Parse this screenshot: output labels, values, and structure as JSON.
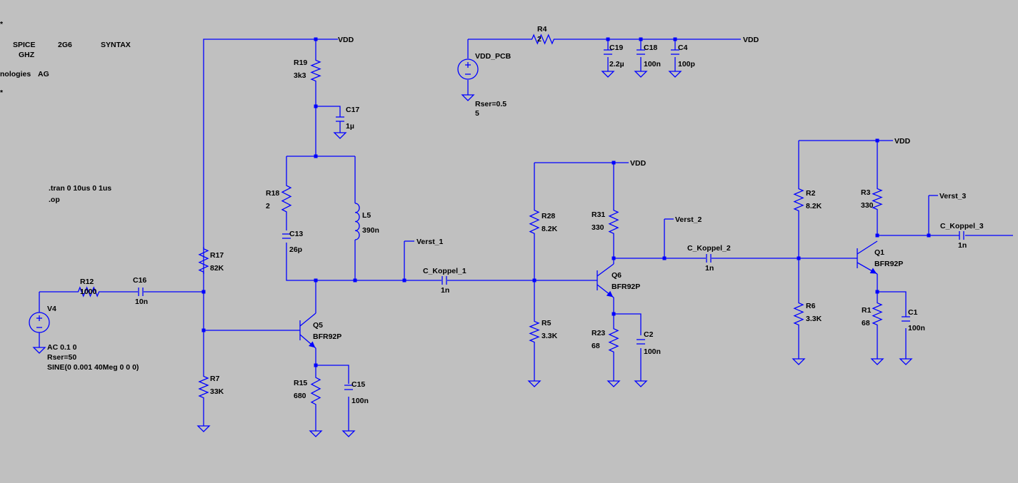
{
  "colors": {
    "background": "#c0c0c0",
    "wire": "#0000ff",
    "text": "#000000"
  },
  "header_text": [
    "*",
    "SPICE",
    "2G6",
    "SYNTAX",
    "GHZ",
    "nologies",
    "AG",
    "*"
  ],
  "directives": [
    ".tran 0 10us 0 1us",
    ".op"
  ],
  "nets": {
    "vdd": "VDD",
    "verst_1": "Verst_1",
    "verst_2": "Verst_2",
    "verst_3": "Verst_3"
  },
  "sources": [
    {
      "ref": "V4",
      "lines": [
        "AC 0.1 0",
        "Rser=50",
        "SINE(0 0.001 40Meg 0 0 0)"
      ]
    },
    {
      "ref": "VDD_PCB",
      "lines": [
        "Rser=0.5",
        "5"
      ]
    }
  ],
  "resistors": [
    {
      "ref": "R12",
      "value": "1000"
    },
    {
      "ref": "R17",
      "value": "82K"
    },
    {
      "ref": "R7",
      "value": "33K"
    },
    {
      "ref": "R19",
      "value": "3k3"
    },
    {
      "ref": "R18",
      "value": "2"
    },
    {
      "ref": "R15",
      "value": "680"
    },
    {
      "ref": "R4",
      "value": "2"
    },
    {
      "ref": "R28",
      "value": "8.2K"
    },
    {
      "ref": "R5",
      "value": "3.3K"
    },
    {
      "ref": "R31",
      "value": "330"
    },
    {
      "ref": "R23",
      "value": "68"
    },
    {
      "ref": "R2",
      "value": "8.2K"
    },
    {
      "ref": "R6",
      "value": "3.3K"
    },
    {
      "ref": "R3",
      "value": "330"
    },
    {
      "ref": "R1",
      "value": "68"
    }
  ],
  "capacitors": [
    {
      "ref": "C16",
      "value": "10n"
    },
    {
      "ref": "C17",
      "value": "1µ"
    },
    {
      "ref": "C13",
      "value": "26p"
    },
    {
      "ref": "C15",
      "value": "100n"
    },
    {
      "ref": "C19",
      "value": "2.2µ"
    },
    {
      "ref": "C18",
      "value": "100n"
    },
    {
      "ref": "C4",
      "value": "100p"
    },
    {
      "ref": "C_Koppel_1",
      "value": "1n"
    },
    {
      "ref": "C2",
      "value": "100n"
    },
    {
      "ref": "C_Koppel_2",
      "value": "1n"
    },
    {
      "ref": "C1",
      "value": "100n"
    },
    {
      "ref": "C_Koppel_3",
      "value": "1n"
    }
  ],
  "inductors": [
    {
      "ref": "L5",
      "value": "390n"
    }
  ],
  "transistors": [
    {
      "ref": "Q5",
      "model": "BFR92P"
    },
    {
      "ref": "Q6",
      "model": "BFR92P"
    },
    {
      "ref": "Q1",
      "model": "BFR92P"
    }
  ]
}
